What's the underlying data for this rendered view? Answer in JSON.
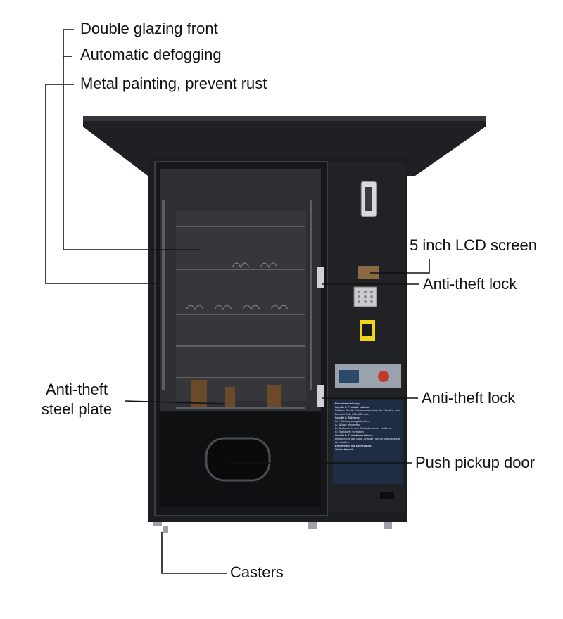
{
  "callouts": {
    "double_glazing": "Double glazing front",
    "defogging": "Automatic defogging",
    "metal_painting": "Metal painting, prevent rust",
    "lcd_screen": "5 inch LCD screen",
    "lock_upper": "Anti-theft lock",
    "steel_plate_line1": "Anti-theft",
    "steel_plate_line2": "steel plate",
    "lock_lower": "Anti-theft lock",
    "pickup_door": "Push pickup door",
    "casters": "Casters"
  },
  "instruction_panel": {
    "heading": "Betriebsanleitung:",
    "step1_title": "Schritt 1: Produkt wählen:",
    "step1_text": "Wählen Sie die Fachnummer über der Tastatur, zum Beispiel 001, 012, 035 usw.",
    "step2_title": "Schritt 2: Zahlung:",
    "step2_text": "Ihre Zahlungsmöglichkeiten:",
    "step2_a": "A: Münze einwerfen",
    "step2_b": "B: Banknote in den Geldscheinleser einführen",
    "step2_c": "C: Bankkarte vorhalten",
    "step3_title": "Schritt 3: Produktentnahme:",
    "step3_text": "Drücken Sie die Taste „change“ um Ihr Wechselgeld zu erhalten",
    "footer1": "Entnehmen Sie Ihr Produkt.",
    "footer2": "Guten Appetit"
  },
  "colors": {
    "cabinet": "#1b1d20",
    "cabinet_edge": "#2c2f33",
    "glass": "#2a2c2f",
    "panel_blue": "#1f2d44",
    "reader_yellow": "#f2d21b",
    "leader_line": "#111111"
  }
}
